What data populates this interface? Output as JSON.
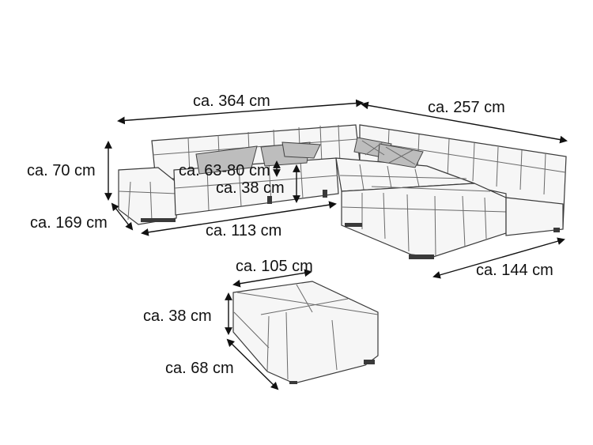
{
  "dimensions": {
    "sofa_width": "ca. 364  cm",
    "sofa_depth_right": "ca. 257 cm",
    "sofa_back_height": "ca. 70 cm",
    "sofa_seat_height_range": "ca. 63-80 cm",
    "sofa_seat_height": "ca. 38 cm",
    "sofa_left_depth": "ca. 169 cm",
    "sofa_middle_width": "ca. 113 cm",
    "sofa_chaise_width": "ca. 144 cm",
    "ottoman_width": "ca. 105 cm",
    "ottoman_height": "ca. 38 cm",
    "ottoman_depth": "ca. 68 cm"
  },
  "colors": {
    "line": "#3a3a3a",
    "fill": "#f6f6f6",
    "pillow": "#bdbdbd"
  }
}
